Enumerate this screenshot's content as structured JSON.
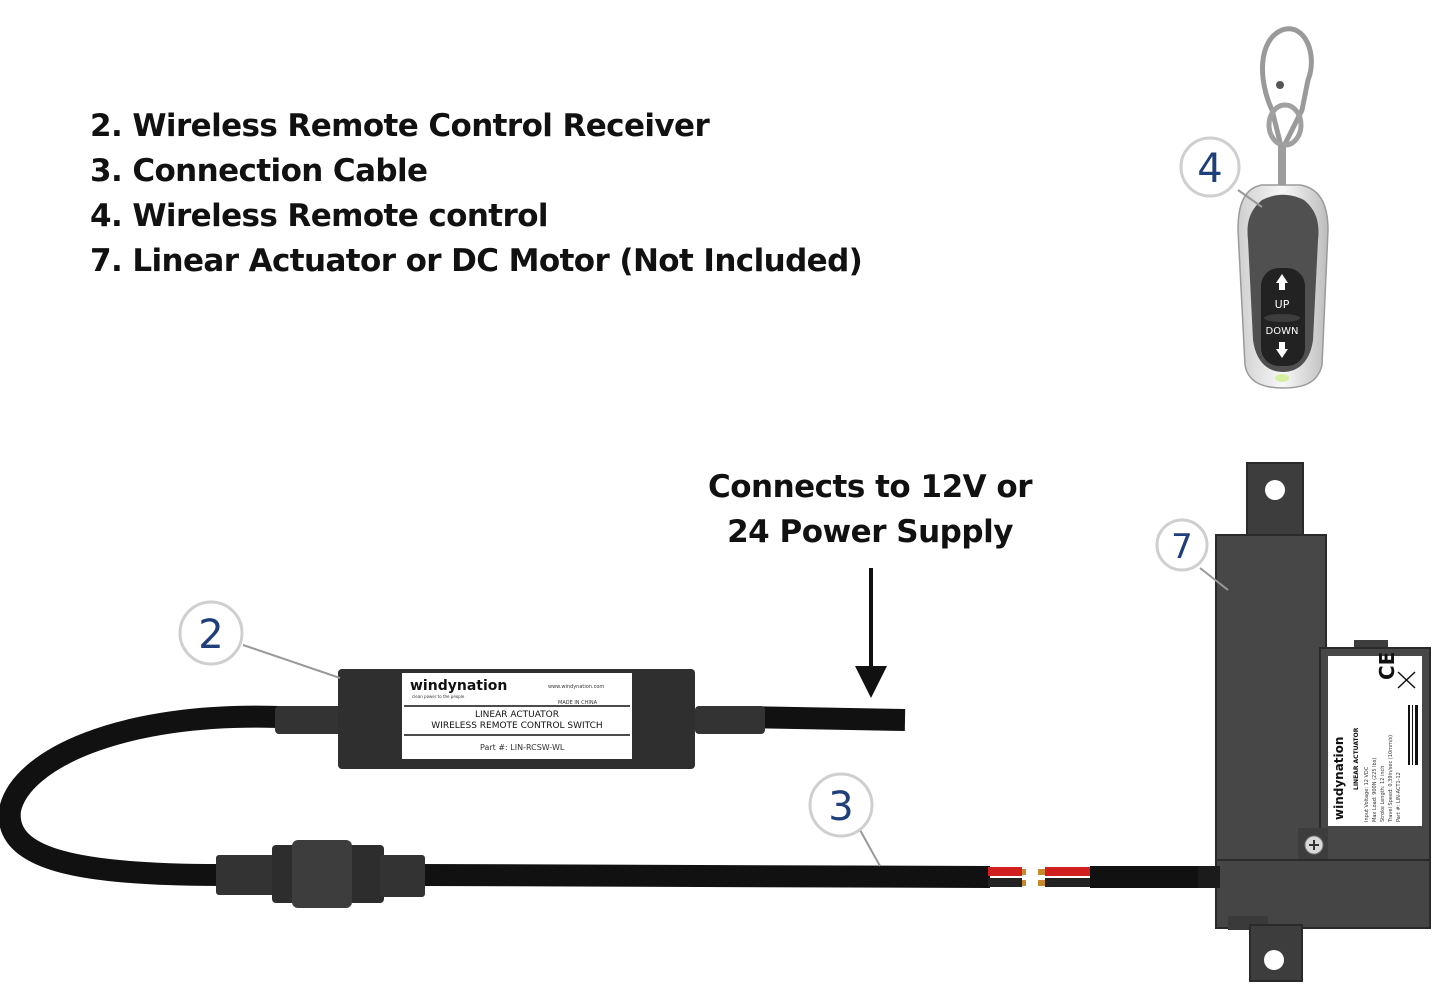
{
  "legend": {
    "items": [
      "2. Wireless Remote Control Receiver",
      "3. Connection Cable",
      "4. Wireless Remote control",
      "7. Linear Actuator or DC Motor (Not Included)"
    ]
  },
  "power_note": {
    "line1": "Connects to 12V or",
    "line2": "24 Power Supply"
  },
  "callouts": {
    "receiver": "2",
    "cable": "3",
    "remote": "4",
    "actuator": "7"
  },
  "remote": {
    "up_label": "UP",
    "down_label": "DOWN"
  },
  "receiver": {
    "brand": "windynation",
    "tagline": "clean power to the people",
    "website": "www.windynation.com",
    "made_in": "MADE IN CHINA",
    "line1": "LINEAR ACTUATOR",
    "line2": "WIRELESS REMOTE CONTROL SWITCH",
    "part": "Part #: LIN-RCSW-WL"
  },
  "actuator": {
    "brand": "windynation",
    "title": "LINEAR ACTUATOR",
    "spec1": "Input Voltage: 12 VDC",
    "spec2": "Max Load: 900N (225 lbs)",
    "spec3": "Stroke Length: 12 inch",
    "spec4": "Travel Speed: 0.39in/sec (10mm/s)",
    "part": "Part #: LIN-ACT1-12",
    "ce_mark": "CE"
  },
  "colors": {
    "callout_text": "#1f3f7a",
    "device_dark": "#3e3e3e",
    "cable": "#111111",
    "wire_red": "#d11f1f",
    "wire_copper": "#c8882c"
  }
}
